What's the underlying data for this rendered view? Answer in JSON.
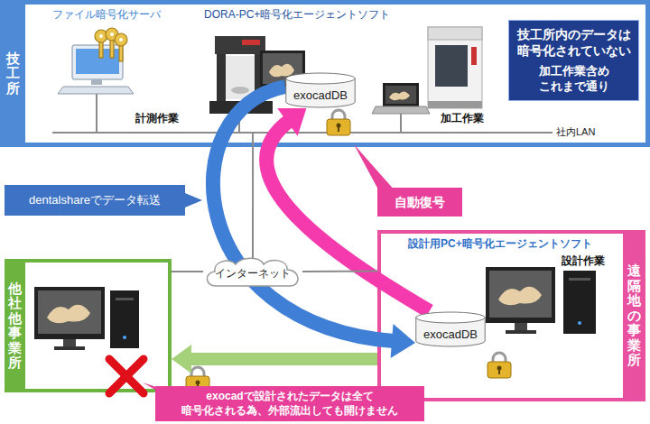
{
  "diagram": {
    "nodes": [
      {
        "text": [
          "技工所"
        ]
      },
      {
        "text": [
          "exocadDB"
        ],
        "in": 0
      },
      {
        "text": [
          "技工所内のデータは 暗号化されていない",
          "加工作業含め これまで通り"
        ],
        "in": 0
      },
      {
        "text": [
          "dentalshareでデータ転送"
        ]
      },
      {
        "text": [
          "自動復号"
        ]
      },
      {
        "text": [
          "遠隔地の事業所"
        ]
      },
      {
        "text": [
          "exocadDB"
        ],
        "in": 5
      },
      {
        "text": [
          "他社・他事業所"
        ]
      },
      {
        "text": [
          "インターネット"
        ]
      },
      {
        "text": [
          "exocadで設計されたデータは全て 暗号化される為、外部流出しても開けません"
        ]
      }
    ],
    "edges": [
      {
        "from": 1,
        "to": 6,
        "arrow": "to"
      },
      {
        "from": 6,
        "to": 1,
        "arrow": "to"
      },
      {
        "from": 5,
        "to": 7,
        "arrow": "to"
      },
      {
        "from": 0,
        "to": 8,
        "arrow": "none"
      },
      {
        "from": 8,
        "to": 7,
        "arrow": "none"
      },
      {
        "from": 8,
        "to": 5,
        "arrow": "none"
      }
    ],
    "labels": [
      "ファイル暗号化サーバ",
      "DORA-PC+暗号化エージェントソフト",
      "計測作業",
      "加工作業",
      "社内LAN",
      "設計用PC+暗号化エージェントソフト",
      "設計作業"
    ]
  }
}
